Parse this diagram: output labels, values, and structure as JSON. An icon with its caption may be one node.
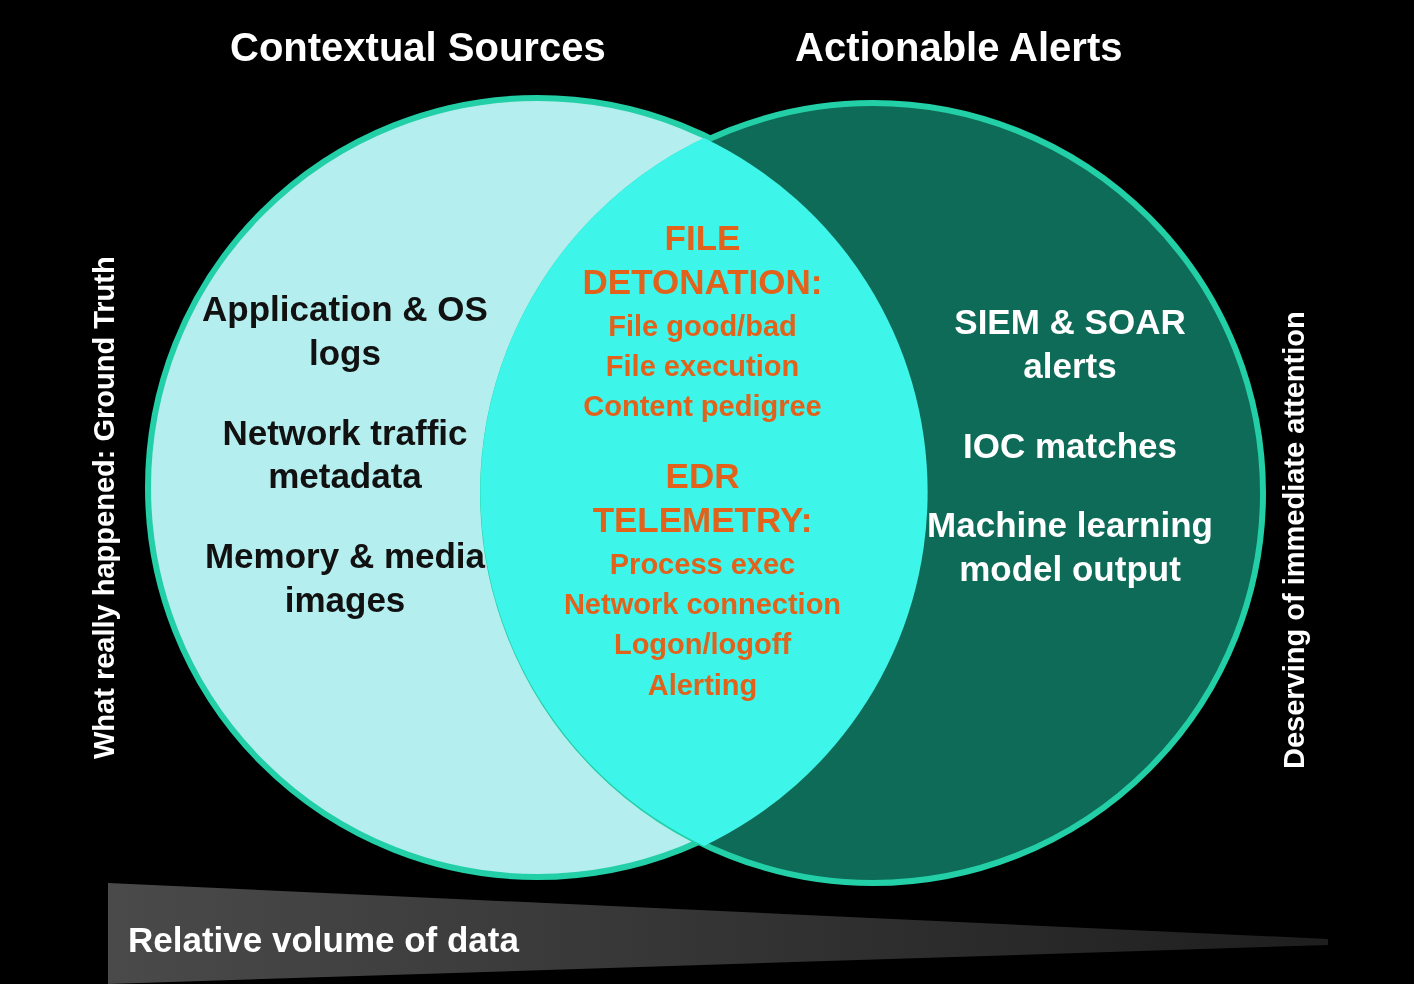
{
  "diagram": {
    "nodes": [
      {
        "text": [
          "Contextual Sources",
          "Application & OS logs",
          "Network traffic metadata",
          "Memory & media images"
        ]
      },
      {
        "text": [
          "Actionable Alerts",
          "SIEM & SOAR alerts",
          "IOC matches",
          "Machine learning model output"
        ]
      },
      {
        "text": [
          "FILE DETONATION:",
          "File good/bad",
          "File execution",
          "Content pedigree",
          "EDR TELEMETRY:",
          "Process exec",
          "Network connection",
          "Logon/logoff",
          "Alerting"
        ]
      },
      {
        "text": [
          "Relative volume of data"
        ]
      }
    ],
    "labels": [
      "What really happened: Ground Truth",
      "Deserving of immediate attention"
    ]
  }
}
